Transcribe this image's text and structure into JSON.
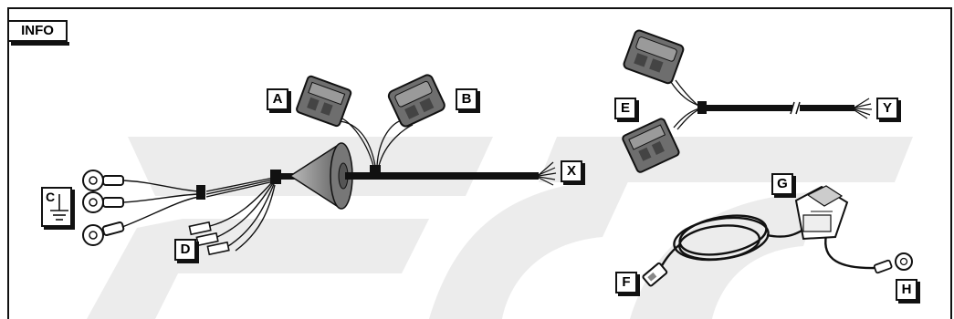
{
  "info_label": "INFO",
  "labels": {
    "A": "A",
    "B": "B",
    "C": "C",
    "D": "D",
    "E": "E",
    "F": "F",
    "G": "G",
    "H": "H",
    "X": "X",
    "Y": "Y"
  },
  "icons": {
    "ground": "ground-symbol-icon"
  },
  "colors": {
    "ink": "#111111",
    "watermark": "#ececec",
    "connector": "#6e6e6e",
    "grommet": "#8a8a8a"
  }
}
